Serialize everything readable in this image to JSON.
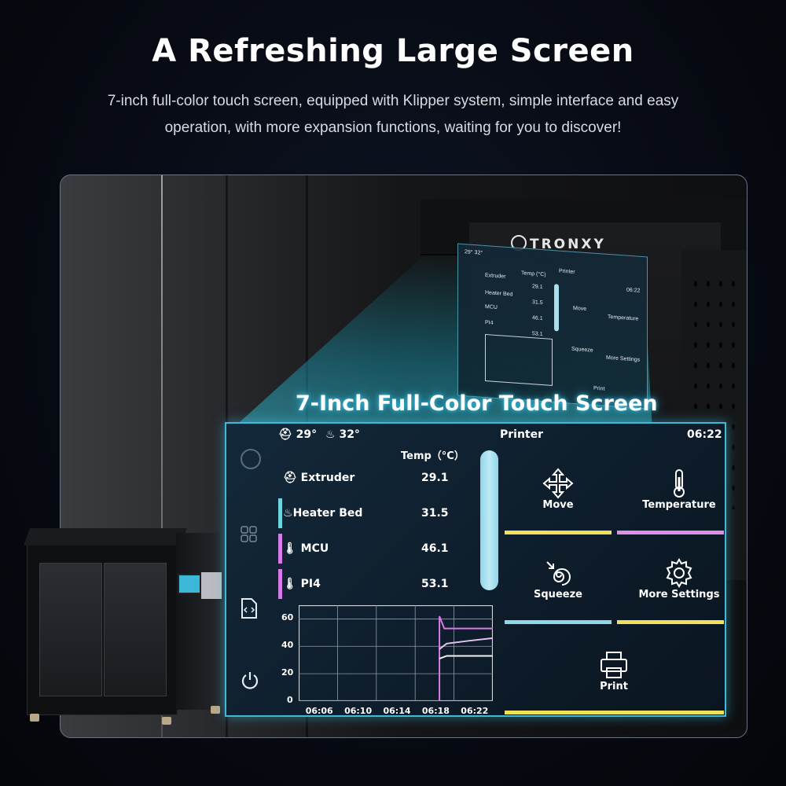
{
  "headline": "A Refreshing Large Screen",
  "subline": "7-inch full-color touch screen, equipped with Klipper system, simple interface and easy operation, with more expansion functions, waiting for you to discover!",
  "brand": "TRONXY",
  "projection_title": "7-Inch Full-Color Touch Screen",
  "screen": {
    "status": {
      "chamber_temp": "29°",
      "bed_temp": "32°",
      "title": "Printer",
      "time": "06:22"
    },
    "table": {
      "header": "Temp（°C）",
      "rows": [
        {
          "name": "Extruder",
          "value": "29.1",
          "marker": ""
        },
        {
          "name": "Heater Bed",
          "value": "31.5",
          "marker": "#6fd3e0"
        },
        {
          "name": "MCU",
          "value": "46.1",
          "marker": "#d77be8"
        },
        {
          "name": "PI4",
          "value": "53.1",
          "marker": "#d77be8"
        }
      ]
    },
    "tiles": [
      {
        "label": "Move",
        "icon": "move-arrows-icon",
        "bar": "#f2df5a"
      },
      {
        "label": "Temperature",
        "icon": "thermometer-icon",
        "bar": "#e08ee8"
      },
      {
        "label": "Squeeze",
        "icon": "squeeze-icon",
        "bar": "#8ed8e8"
      },
      {
        "label": "More Settings",
        "icon": "gear-icon",
        "bar": "#f2df5a"
      },
      {
        "label": "Print",
        "icon": "printer-icon",
        "bar": "#f2df5a"
      }
    ],
    "rail_icons": [
      "home-icon",
      "grid-icon",
      "file-icon",
      "power-icon"
    ]
  },
  "mini_screen": {
    "chamber_temp": "29°",
    "bed_temp": "32°",
    "title": "Printer",
    "time": "06:22",
    "header": "Temp (°C)",
    "rows": [
      {
        "name": "Extruder",
        "value": "29.1"
      },
      {
        "name": "Heater Bed",
        "value": "31.5"
      },
      {
        "name": "MCU",
        "value": "46.1"
      },
      {
        "name": "PI4",
        "value": "53.1"
      }
    ],
    "tiles": [
      "Move",
      "Temperature",
      "Squeeze",
      "More Settings",
      "Print"
    ]
  },
  "chart_data": {
    "type": "line",
    "x_ticks": [
      "06:06",
      "06:10",
      "06:14",
      "06:18",
      "06:22"
    ],
    "y_ticks": [
      "0",
      "20",
      "40",
      "60"
    ],
    "ylim": [
      0,
      70
    ],
    "x_range": [
      0,
      16
    ],
    "grid": true,
    "series": [
      {
        "color": "#d77be8",
        "points": [
          [
            0,
            0
          ],
          [
            11.6,
            0
          ],
          [
            11.6,
            62
          ],
          [
            12,
            53
          ],
          [
            16,
            53
          ]
        ]
      },
      {
        "color": "#e0c6f0",
        "points": [
          [
            11.6,
            38
          ],
          [
            12.2,
            42
          ],
          [
            14,
            44
          ],
          [
            16,
            46
          ]
        ]
      },
      {
        "color": "#f2f2f2",
        "points": [
          [
            11.6,
            31
          ],
          [
            12.2,
            33
          ],
          [
            14,
            33
          ],
          [
            16,
            33
          ]
        ]
      }
    ]
  }
}
